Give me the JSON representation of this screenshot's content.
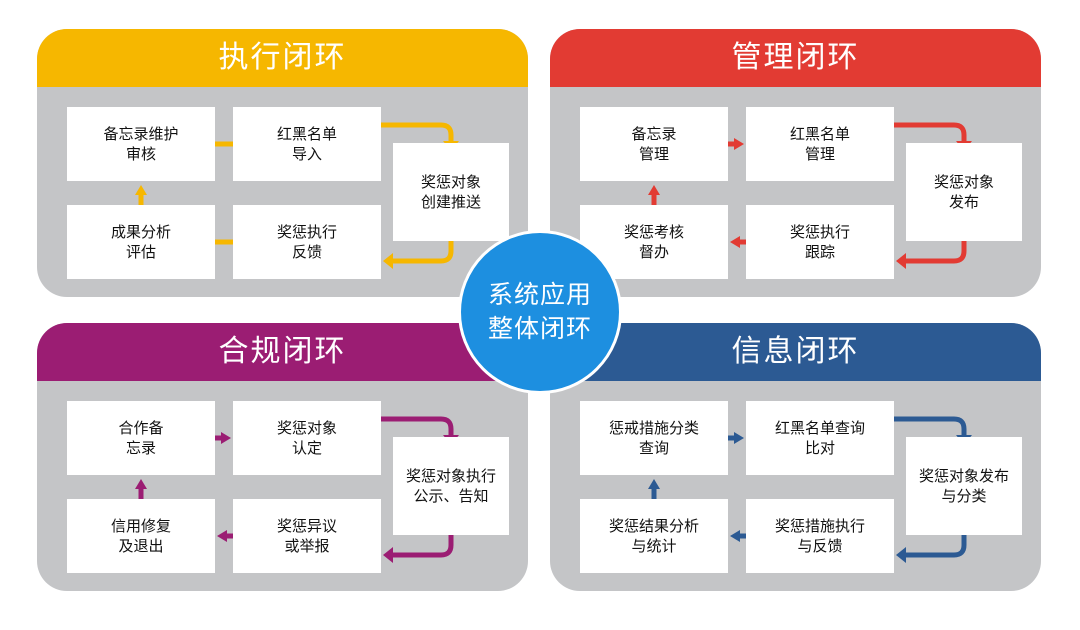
{
  "colors": {
    "execution": "#f6b700",
    "management": "#e23b33",
    "compliance": "#9b1d73",
    "information": "#2c5a93",
    "center": "#1d8fe0",
    "panel_bg": "#c4c5c7"
  },
  "center": {
    "line1": "系统应用",
    "line2": "整体闭环"
  },
  "panels": [
    {
      "title": "执行闭环",
      "top_left": "备忘录维护\n审核",
      "top_mid": "红黑名单\n导入",
      "bottom_left": "成果分析\n评估",
      "bottom_mid": "奖惩执行\n反馈",
      "right": "奖惩对象\n创建推送"
    },
    {
      "title": "管理闭环",
      "top_left": "备忘录\n管理",
      "top_mid": "红黑名单\n管理",
      "bottom_left": "奖惩考核\n督办",
      "bottom_mid": "奖惩执行\n跟踪",
      "right": "奖惩对象\n发布"
    },
    {
      "title": "合规闭环",
      "top_left": "合作备\n忘录",
      "top_mid": "奖惩对象\n认定",
      "bottom_left": "信用修复\n及退出",
      "bottom_mid": "奖惩异议\n或举报",
      "right": "奖惩对象执行\n公示、告知"
    },
    {
      "title": "信息闭环",
      "top_left": "惩戒措施分类\n查询",
      "top_mid": "红黑名单查询\n比对",
      "bottom_left": "奖惩结果分析\n与统计",
      "bottom_mid": "奖惩措施执行\n与反馈",
      "right": "奖惩对象发布\n与分类"
    }
  ]
}
